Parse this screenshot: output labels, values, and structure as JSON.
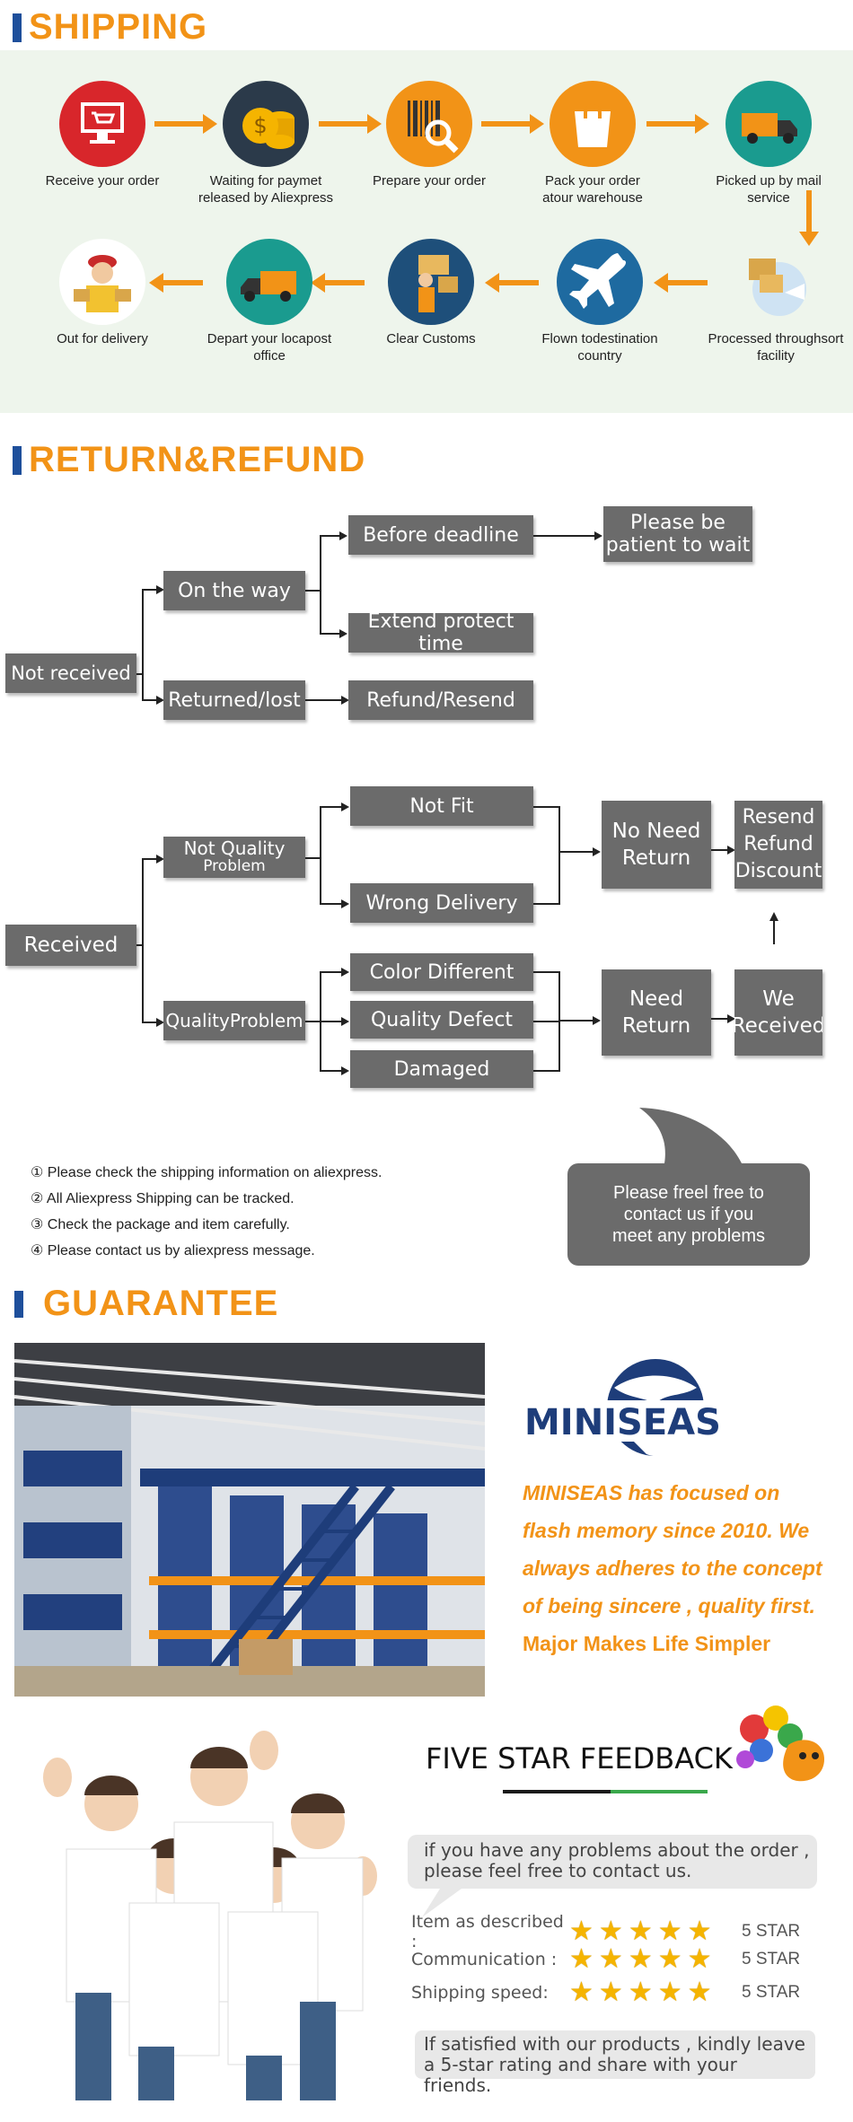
{
  "shipping": {
    "title": "SHIPPING",
    "steps": [
      {
        "label": "Receive your order",
        "icon": "computer-cart-icon"
      },
      {
        "label": "Waiting for paymet\nreleased by Aliexpress",
        "icon": "coins-icon"
      },
      {
        "label": "Prepare your order",
        "icon": "barcode-magnifier-icon"
      },
      {
        "label": "Pack your order\natour warehouse",
        "icon": "shopping-bag-icon"
      },
      {
        "label": "Picked up by mail\nservice",
        "icon": "truck-icon"
      },
      {
        "label": "Processed throughsort\nfacility",
        "icon": "globe-packages-icon"
      },
      {
        "label": "Flown todestination\ncountry",
        "icon": "airplane-icon"
      },
      {
        "label": "Clear Customs",
        "icon": "customs-worker-icon"
      },
      {
        "label": "Depart your locapost\noffice",
        "icon": "truck-icon"
      },
      {
        "label": "Out for delivery",
        "icon": "delivery-man-icon"
      }
    ]
  },
  "refund": {
    "title": "RETURN&REFUND",
    "not_received": {
      "root": "Not received",
      "on_the_way": "On the way",
      "returned_lost": "Returned/lost",
      "before_deadline": "Before deadline",
      "extend_protect": "Extend protect time",
      "refund_resend": "Refund/Resend",
      "please_wait": "Please be\npatient to wait"
    },
    "received": {
      "root": "Received",
      "not_quality_1": "Not Quality",
      "not_quality_2": "Problem",
      "quality_problem": "QualityProblem",
      "not_fit": "Not Fit",
      "wrong_delivery": "Wrong Delivery",
      "color_different": "Color Different",
      "quality_defect": "Quality Defect",
      "damaged": "Damaged",
      "no_need_return": "No Need\nReturn",
      "need_return": "Need\nReturn",
      "resend_refund": "Resend\nRefund\nDiscount",
      "we_received": "We\nReceived"
    },
    "notes": [
      "① Please check the shipping information on aliexpress.",
      "② All Aliexpress Shipping can be tracked.",
      "③ Check the package and item carefully.",
      "④ Please contact us by aliexpress message."
    ],
    "bubble": "Please freel free to\ncontact us if you\nmeet any problems"
  },
  "guarantee": {
    "title": "GUARANTEE",
    "brand": "MINISEAS",
    "about_lines": [
      "MINISEAS has focused on",
      "flash memory since 2010. We",
      "always adheres to the concept",
      "of being sincere , quality first.",
      "Major Makes Life Simpler"
    ]
  },
  "feedback": {
    "title": "FIVE STAR FEEDBACK",
    "intro": "if you have any problems about the order ,\nplease feel free to contact us.",
    "ratings": [
      {
        "label": "Item as described :",
        "value": "5 STAR",
        "stars": 5
      },
      {
        "label": "Communication :",
        "value": "5 STAR",
        "stars": 5
      },
      {
        "label": "Shipping speed:",
        "value": "5 STAR",
        "stars": 5
      }
    ],
    "outro": "If satisfied with our products , kindly leave\na 5-star rating and share with your friends."
  },
  "colors": {
    "accent": "#f29317",
    "brand_blue": "#1e4f9b",
    "box_gray": "#6b6b6b"
  }
}
